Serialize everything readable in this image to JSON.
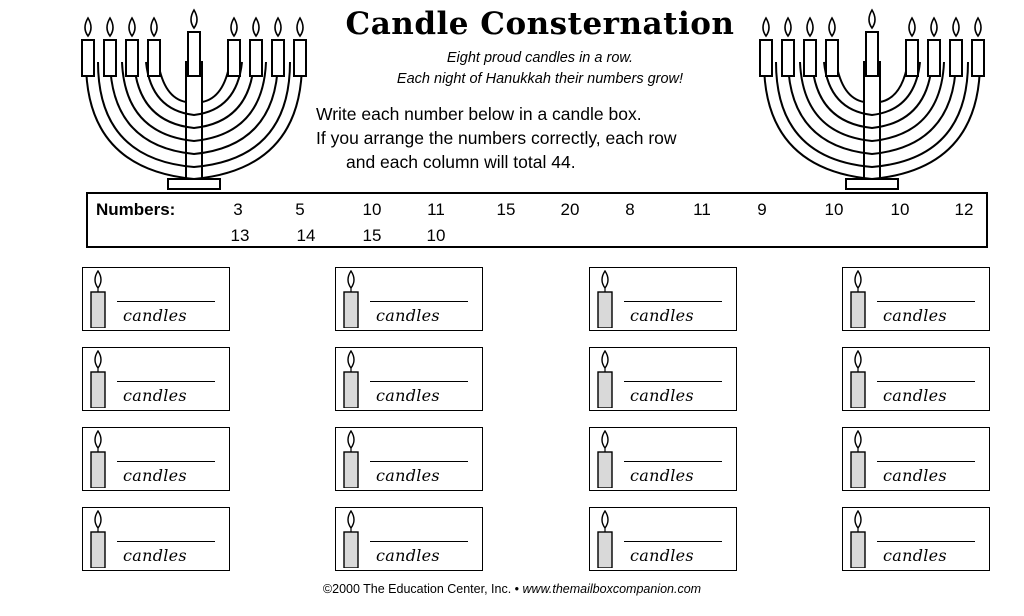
{
  "title": "Candle Consternation",
  "subtitle": [
    "Eight proud candles in a row.",
    "Each night of Hanukkah their numbers grow!"
  ],
  "instructions": [
    "Write each number below in a candle box.",
    "If you arrange the numbers correctly, each row",
    "and each column will total 44."
  ],
  "numbers": {
    "label": "Numbers:",
    "row1": [
      "3",
      "5",
      "10",
      "11",
      "15",
      "20",
      "8",
      "11",
      "9",
      "10",
      "10",
      "12"
    ],
    "row2": [
      "13",
      "14",
      "15",
      "10"
    ]
  },
  "card_word": "candles",
  "grid": {
    "rows": 4,
    "columns": 4
  },
  "footer": {
    "copyright": "©2000 The Education Center, Inc. •",
    "url": "www.themailboxcompanion.com"
  },
  "icons": {
    "menorah": "menorah-icon",
    "candle": "candle-icon"
  }
}
